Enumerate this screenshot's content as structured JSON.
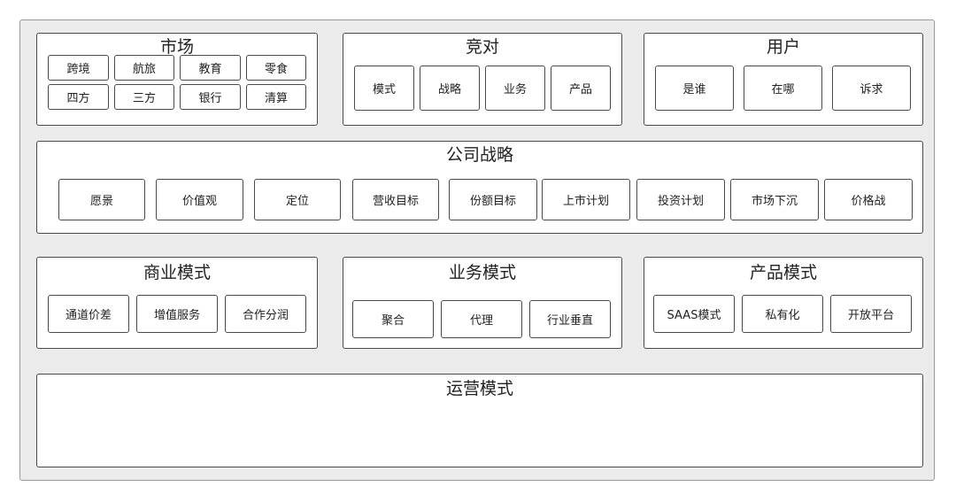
{
  "market": {
    "title": "市场",
    "items": [
      "跨境",
      "航旅",
      "教育",
      "零食",
      "四方",
      "三方",
      "银行",
      "清算"
    ]
  },
  "competition": {
    "title": "竞对",
    "items": [
      "模式",
      "战略",
      "业务",
      "产品"
    ]
  },
  "users": {
    "title": "用户",
    "items": [
      "是谁",
      "在哪",
      "诉求"
    ]
  },
  "strategy": {
    "title": "公司战略",
    "items": [
      "愿景",
      "价值观",
      "定位",
      "营收目标",
      "份额目标",
      "上市计划",
      "投资计划",
      "市场下沉",
      "价格战"
    ]
  },
  "business_model": {
    "title": "商业模式",
    "items": [
      "通道价差",
      "增值服务",
      "合作分润"
    ]
  },
  "service_model": {
    "title": "业务模式",
    "items": [
      "聚合",
      "代理",
      "行业垂直"
    ]
  },
  "product_model": {
    "title": "产品模式",
    "items": [
      "SAAS模式",
      "私有化",
      "开放平台"
    ]
  },
  "operation_model": {
    "title": "运营模式"
  }
}
